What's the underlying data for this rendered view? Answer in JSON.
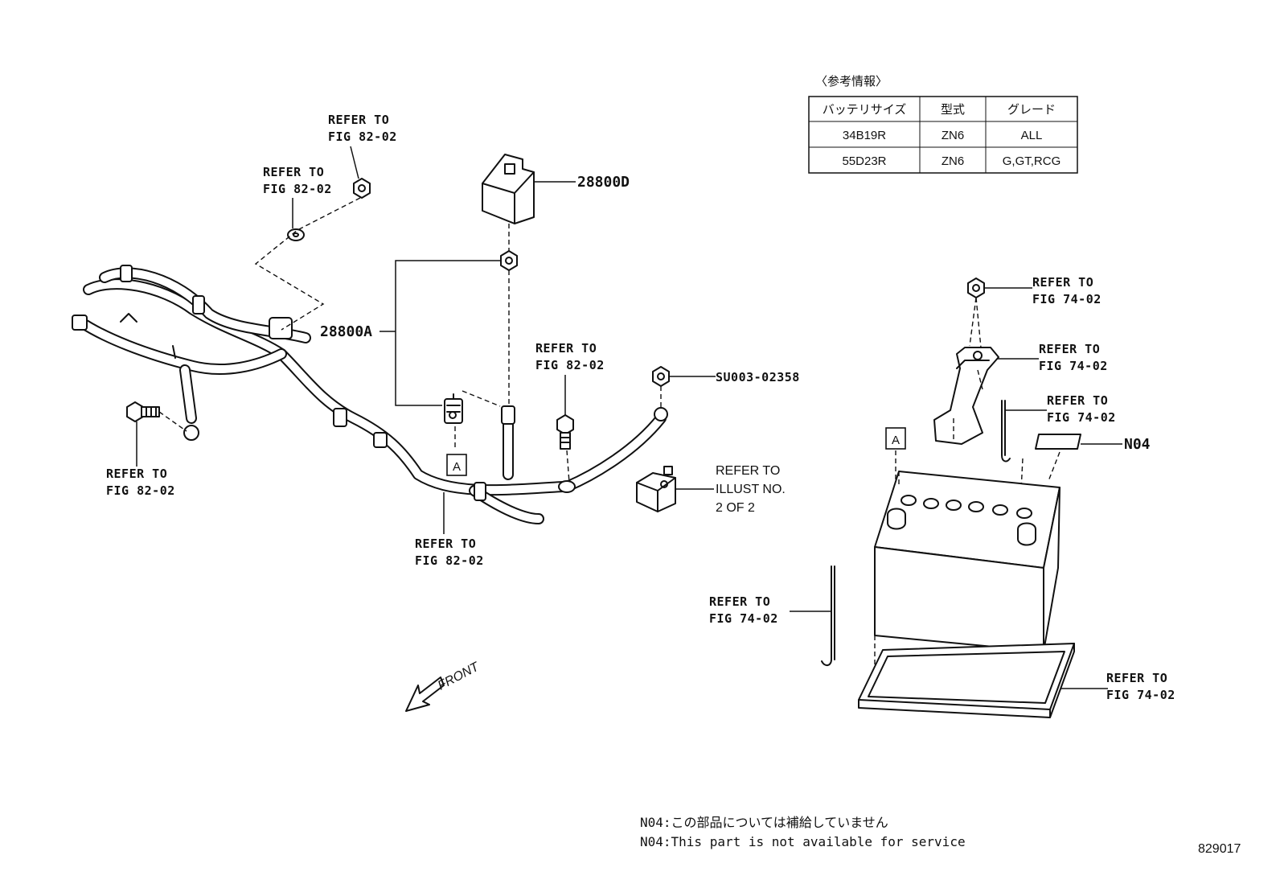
{
  "reference_info": {
    "heading": "〈参考情報〉",
    "headers": [
      "バッテリサイズ",
      "型式",
      "グレード"
    ],
    "rows": [
      [
        "34B19R",
        "ZN6",
        "ALL"
      ],
      [
        "55D23R",
        "ZN6",
        "G,GT,RCG"
      ]
    ]
  },
  "parts": {
    "p28800d": "28800D",
    "p28800a": "28800A",
    "su003": "SU003-02358",
    "n04": "N04"
  },
  "refs": {
    "refer_to": "REFER TO",
    "fig82": "FIG 82-02",
    "fig74": "FIG 74-02",
    "illust_line1": "REFER TO",
    "illust_line2": "ILLUST NO.",
    "illust_line3": "2 OF 2"
  },
  "markers": {
    "a": "A"
  },
  "front_label": "FRONT",
  "notes": {
    "jp": "N04:この部品については補給していません",
    "en": "N04:This part is not available for service"
  },
  "figure_number": "829017"
}
